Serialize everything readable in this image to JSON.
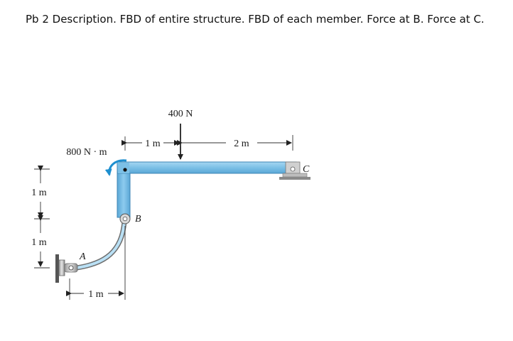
{
  "problem": {
    "text": "Pb 2 Description. FBD of entire structure. FBD of each member. Force at B. Force at C."
  },
  "figure": {
    "load_label": "400 N",
    "moment_label": "800 N · m",
    "dim_1m_top": "1 m",
    "dim_2m_top": "2 m",
    "dim_1m_left_upper": "1 m",
    "dim_1m_left_lower": "1 m",
    "dim_1m_bottom": "1 m",
    "point_A": "A",
    "point_B": "B",
    "point_C": "C",
    "colors": {
      "member_fill": "#7cc0e6",
      "member_edge": "#3f86b4",
      "moment_arrow": "#1e8fcf",
      "support_fill": "#c8c8c8"
    }
  }
}
